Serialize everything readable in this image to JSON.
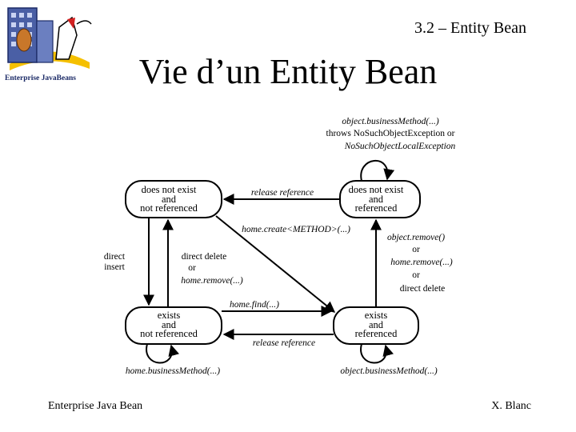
{
  "header": {
    "logo_text": "Enterprise JavaBeans",
    "section": "3.2 – Entity Bean",
    "title": "Vie d’un Entity Bean"
  },
  "states": {
    "nonexistent_unref": [
      "does not exist",
      "and",
      "not referenced"
    ],
    "nonexistent_ref": [
      "does not exist",
      "and",
      "referenced"
    ],
    "exists_unref": [
      "exists",
      "and",
      "not referenced"
    ],
    "exists_ref": [
      "exists",
      "and",
      "referenced"
    ]
  },
  "transitions": {
    "self_loop_top": [
      "object.businessMethod(...)",
      "throws NoSuchObjectException or",
      "NoSuchObjectLocalException"
    ],
    "release_reference_top": "release reference",
    "home_create": "home.create<METHOD>(...)",
    "object_remove": [
      "object.remove()",
      "or",
      "home.remove(...)",
      "or",
      "direct delete"
    ],
    "direct_insert": [
      "direct",
      "insert"
    ],
    "direct_delete_left": [
      "direct delete",
      "or",
      "home.remove(...)"
    ],
    "home_find": "home.find(...)",
    "release_reference_bottom": "release reference",
    "business_method_left": "home.businessMethod(...)",
    "business_method_right": "object.businessMethod(...)"
  },
  "footer": {
    "left": "Enterprise Java Bean",
    "right": "X. Blanc"
  }
}
